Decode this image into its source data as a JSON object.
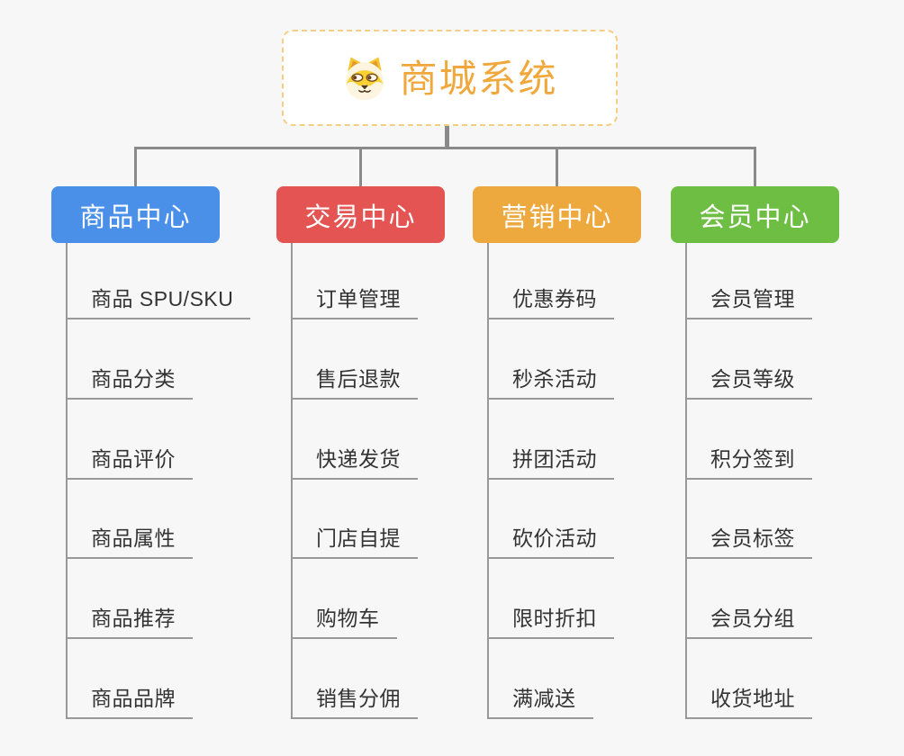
{
  "root": {
    "title": "商城系统",
    "icon": "shiba-dog-icon",
    "title_color": "#F0A83C"
  },
  "branches": [
    {
      "label": "商品中心",
      "color": "#4B90E8",
      "items": [
        "商品 SPU/SKU",
        "商品分类",
        "商品评价",
        "商品属性",
        "商品推荐",
        "商品品牌"
      ]
    },
    {
      "label": "交易中心",
      "color": "#E35453",
      "items": [
        "订单管理",
        "售后退款",
        "快递发货",
        "门店自提",
        "购物车",
        "销售分佣"
      ]
    },
    {
      "label": "营销中心",
      "color": "#EDA83E",
      "items": [
        "优惠券码",
        "秒杀活动",
        "拼团活动",
        "砍价活动",
        "限时折扣",
        "满减送"
      ]
    },
    {
      "label": "会员中心",
      "color": "#6FBE44",
      "items": [
        "会员管理",
        "会员等级",
        "积分签到",
        "会员标签",
        "会员分组",
        "收货地址"
      ]
    }
  ],
  "colors": {
    "background": "#F7F7F7",
    "connector": "#8A8A8A",
    "item_line": "#999999",
    "item_text": "#333333",
    "root_border": "#F5CD85",
    "root_title": "#F0A83C"
  }
}
